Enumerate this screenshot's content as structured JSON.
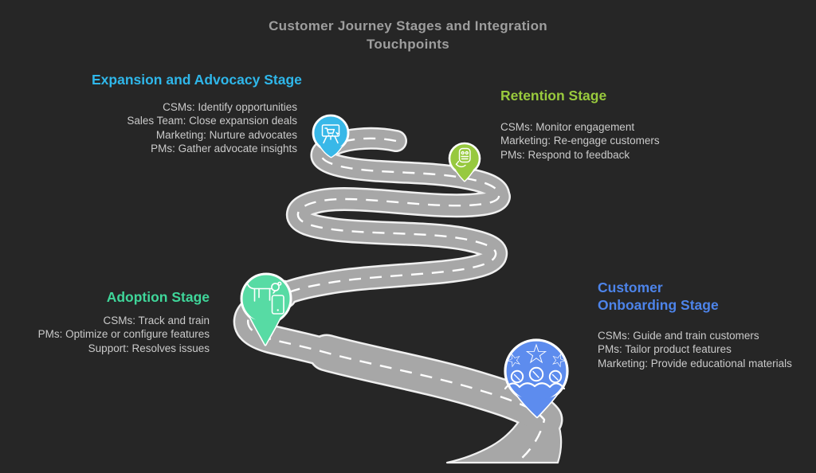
{
  "title": "Customer Journey Stages and Integration Touchpoints",
  "colors": {
    "background": "#262626",
    "title_text": "#9e9e9e",
    "body_text": "#cacaca",
    "road": "#a7a7a7",
    "road_edge": "#f0f0f0",
    "road_dash": "#ffffff"
  },
  "stages": [
    {
      "id": "expansion",
      "heading": "Expansion and Advocacy Stage",
      "heading_color": "#2fb7ea",
      "pin_color": "#38b8e8",
      "pin_icon": "presentation-cart-icon",
      "lines": [
        "CSMs: Identify opportunities",
        "Sales Team: Close expansion deals",
        "Marketing: Nurture advocates",
        "PMs: Gather advocate insights"
      ]
    },
    {
      "id": "retention",
      "heading": "Retention Stage",
      "heading_color": "#99ca3d",
      "pin_color": "#97c93f",
      "pin_icon": "customer-retention-icon",
      "lines": [
        "CSMs: Monitor engagement",
        "Marketing: Re-engage customers",
        "PMs: Respond to feedback"
      ]
    },
    {
      "id": "adoption",
      "heading": "Adoption Stage",
      "heading_color": "#3fd69a",
      "pin_color": "#57dba4",
      "pin_icon": "dog-adoption-icon",
      "lines": [
        "CSMs: Track and train",
        "PMs: Optimize or configure features",
        "Support: Resolves issues"
      ]
    },
    {
      "id": "onboarding",
      "heading": "Customer Onboarding Stage",
      "heading_color": "#4d84ea",
      "pin_color": "#5d8cee",
      "pin_icon": "customer-satisfaction-icon",
      "lines": [
        "CSMs: Guide and train customers",
        "PMs: Tailor product features",
        "Marketing: Provide educational materials"
      ]
    }
  ]
}
